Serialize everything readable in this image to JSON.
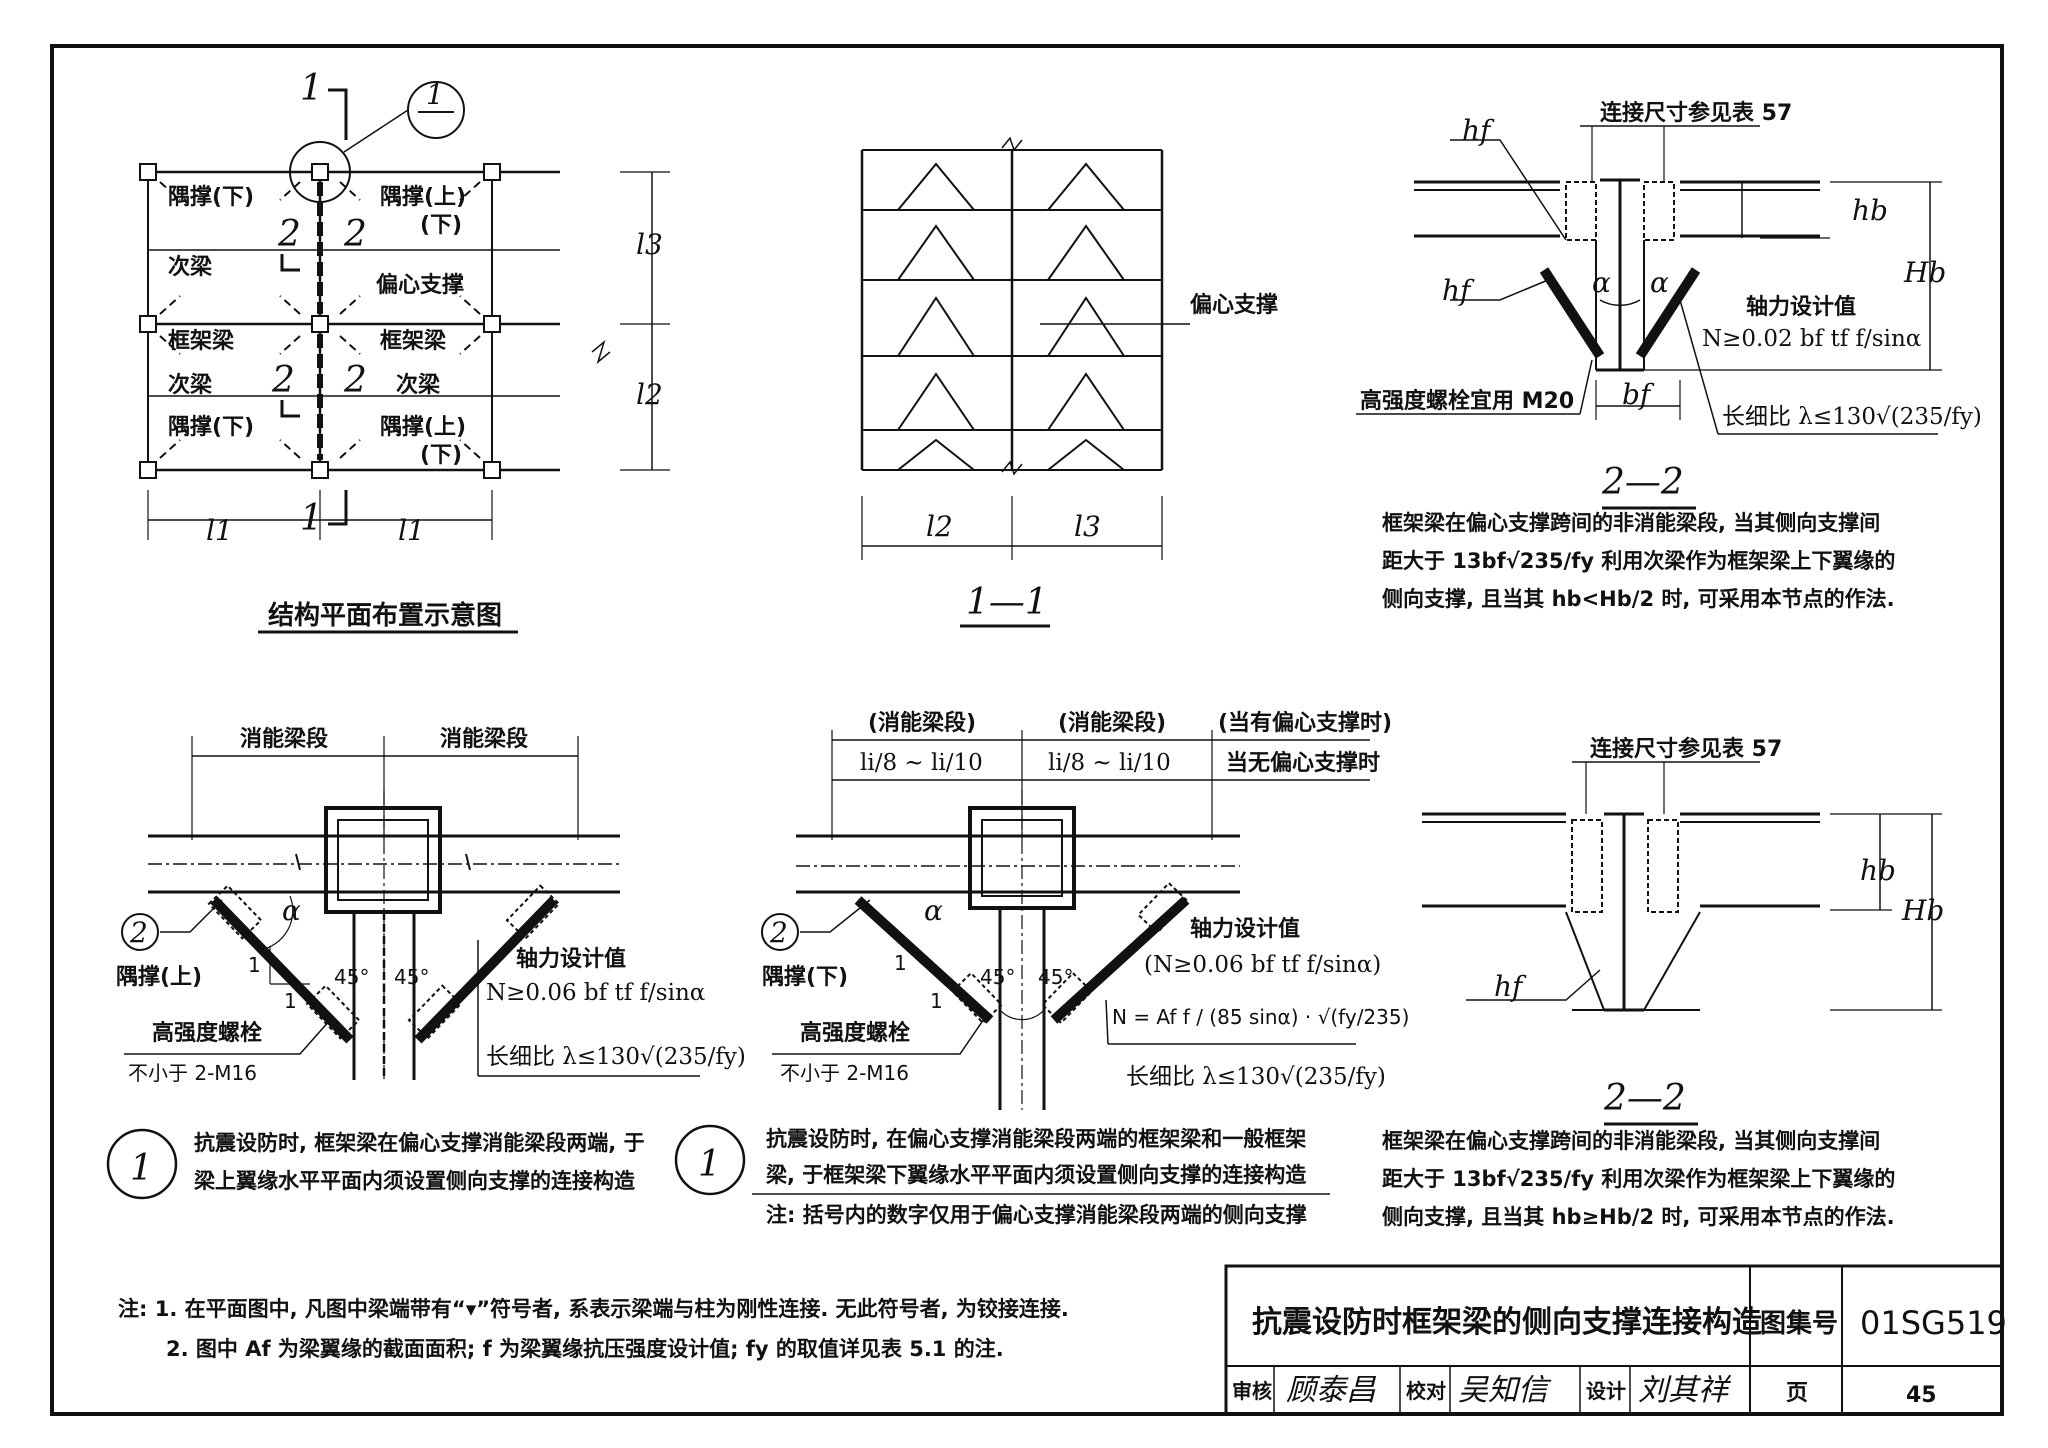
{
  "plan": {
    "title": "结构平面布置示意图",
    "section_mark": "1",
    "detail_ref_top": "1",
    "detail_ref_bottom": "—",
    "brace_lower": "隅撑(下)",
    "brace_upper": "隅撑(上)",
    "brace_lower_paren": "(下)",
    "secondary_beam": "次梁",
    "frame_beam": "框架梁",
    "eccentric_brace": "偏心支撑",
    "mark_2": "2",
    "dim_l1": "l1",
    "dim_l2": "l2",
    "dim_l3": "l3"
  },
  "section_1_1": {
    "caption": "1—1",
    "eccentric_brace": "偏心支撑",
    "dim_l2": "l2",
    "dim_l3": "l3"
  },
  "section_2_2_top": {
    "conn_ref": "连接尺寸参见表 57",
    "weld_hf": "hf",
    "dim_hb": "hb",
    "dim_Hb": "Hb",
    "dim_bf": "bf",
    "alpha": "α",
    "axial_title": "轴力设计值",
    "axial_formula": "N≥0.02 bf tf f/sinα",
    "bolt_note": "高强度螺栓宜用 M20",
    "slenderness": "长细比 λ≤130√(235/fy)",
    "caption": "2—2",
    "desc_line1": "框架梁在偏心支撑跨间的非消能梁段, 当其侧向支撑间",
    "desc_line2": "距大于 13bf√235/fy 利用次梁作为框架梁上下翼缘的",
    "desc_line3": "侧向支撑, 且当其 hb<Hb/2 时, 可采用本节点的作法."
  },
  "detail_1_left": {
    "seg_left": "消能梁段",
    "seg_right": "消能梁段",
    "alpha": "α",
    "mark_2": "2",
    "brace": "隅撑(上)",
    "angle_left": "45°",
    "angle_right": "45°",
    "ratio_1a": "1",
    "ratio_1b": "1",
    "bolt_title": "高强度螺栓",
    "bolt_spec": "不小于 2-M16",
    "axial_title": "轴力设计值",
    "axial_formula": "N≥0.06 bf tf f/sinα",
    "slenderness": "长细比 λ≤130√(235/fy)",
    "circle_num": "1",
    "desc_line1": "抗震设防时, 框架梁在偏心支撑消能梁段两端, 于",
    "desc_line2": "梁上翼缘水平平面内须设置侧向支撑的连接构造"
  },
  "detail_1_right": {
    "seg1": "(消能梁段)",
    "seg2": "(消能梁段)",
    "seg3": "(当有偏心支撑时)",
    "seg3b": "当无偏心支撑时",
    "dim1": "li/8 ~ li/10",
    "dim2": "li/8 ~ li/10",
    "alpha": "α",
    "mark_2": "2",
    "brace": "隅撑(下)",
    "angle_left": "45°",
    "angle_right": "45°",
    "ratio_1a": "1",
    "ratio_1b": "1",
    "bolt_title": "高强度螺栓",
    "bolt_spec": "不小于 2-M16",
    "axial_title": "轴力设计值",
    "axial_formula": "(N≥0.06 bf tf f/sinα)",
    "axial_formula2": "N = Af f / (85 sinα) · √(fy/235)",
    "slenderness": "长细比 λ≤130√(235/fy)",
    "circle_num": "1",
    "desc_line1": "抗震设防时, 在偏心支撑消能梁段两端的框架梁和一般框架",
    "desc_line2": "梁, 于框架梁下翼缘水平平面内须设置侧向支撑的连接构造",
    "note": "注: 括号内的数字仅用于偏心支撑消能梁段两端的侧向支撑"
  },
  "section_2_2_bottom": {
    "conn_ref": "连接尺寸参见表 57",
    "weld_hf": "hf",
    "dim_hb": "hb",
    "dim_Hb": "Hb",
    "caption": "2—2",
    "desc_line1": "框架梁在偏心支撑跨间的非消能梁段, 当其侧向支撑间",
    "desc_line2": "距大于 13bf√235/fy 利用次梁作为框架梁上下翼缘的",
    "desc_line3": "侧向支撑, 且当其 hb≥Hb/2 时, 可采用本节点的作法."
  },
  "notes": {
    "note1": "注: 1. 在平面图中, 凡图中梁端带有“▾”符号者, 系表示梁端与柱为刚性连接. 无此符号者, 为铰接连接.",
    "note2": "2. 图中 Af 为梁翼缘的截面面积; f 为梁翼缘抗压强度设计值; fy 的取值详见表 5.1 的注."
  },
  "title_block": {
    "title": "抗震设防时框架梁的侧向支撑连接构造",
    "atlas_label": "图集号",
    "atlas_no": "01SG519",
    "review_label": "审核",
    "review_sig": "顾泰昌",
    "check_label": "校对",
    "check_sig": "吴知信",
    "design_label": "设计",
    "design_sig": "刘其祥",
    "page_label": "页",
    "page_no": "45"
  }
}
